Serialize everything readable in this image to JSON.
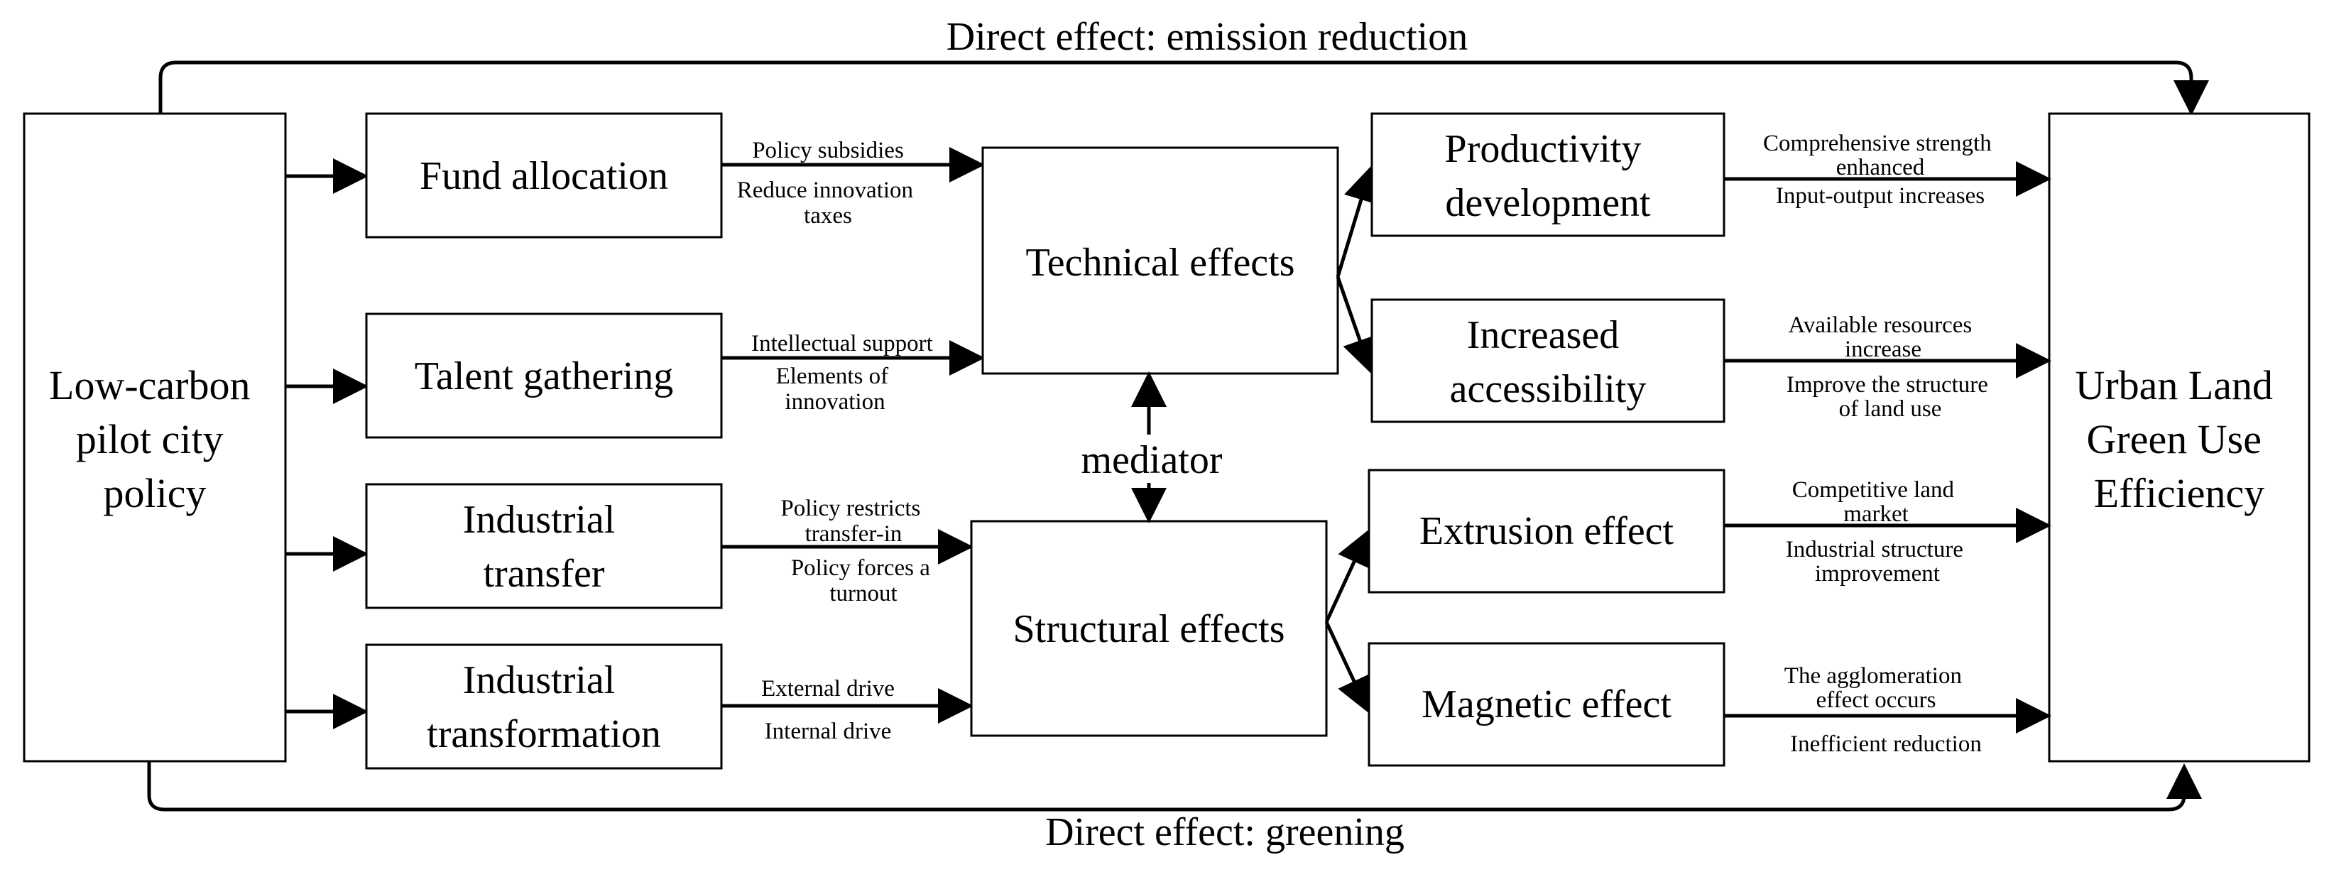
{
  "top_label": "Direct effect: emission reduction",
  "bottom_label": "Direct effect: greening",
  "mediator_label": "mediator",
  "source": {
    "lines": [
      "Low-carbon",
      "pilot city",
      "policy"
    ]
  },
  "target": {
    "lines": [
      "Urban Land",
      "Green Use",
      "Efficiency"
    ]
  },
  "channels": [
    {
      "lines": [
        "Fund allocation"
      ],
      "upper": [
        "Policy subsidies"
      ],
      "lower": [
        "Reduce innovation",
        "taxes"
      ]
    },
    {
      "lines": [
        "Talent gathering"
      ],
      "upper": [
        "Intellectual support"
      ],
      "lower": [
        "Elements of",
        "innovation"
      ]
    },
    {
      "lines": [
        "Industrial",
        "transfer"
      ],
      "upper": [
        "Policy restricts",
        "transfer-in"
      ],
      "lower": [
        "Policy forces a",
        "turnout"
      ]
    },
    {
      "lines": [
        "Industrial",
        "transformation"
      ],
      "upper": [
        "External drive"
      ],
      "lower": [
        "Internal drive"
      ]
    }
  ],
  "hubs": [
    {
      "lines": [
        "Technical effects"
      ]
    },
    {
      "lines": [
        "Structural effects"
      ]
    }
  ],
  "outcomes": [
    {
      "lines": [
        "Productivity",
        "development"
      ],
      "upper": [
        "Comprehensive strength",
        "enhanced"
      ],
      "lower": [
        "Input-output increases"
      ]
    },
    {
      "lines": [
        "Increased",
        "accessibility"
      ],
      "upper": [
        "Available resources",
        "increase"
      ],
      "lower": [
        "Improve the structure",
        "of land use"
      ]
    },
    {
      "lines": [
        "Extrusion effect"
      ],
      "upper": [
        "Competitive land",
        "market"
      ],
      "lower": [
        "Industrial structure",
        "improvement"
      ]
    },
    {
      "lines": [
        "Magnetic effect"
      ],
      "upper": [
        "The agglomeration",
        "effect occurs"
      ],
      "lower": [
        "Inefficient reduction"
      ]
    }
  ]
}
